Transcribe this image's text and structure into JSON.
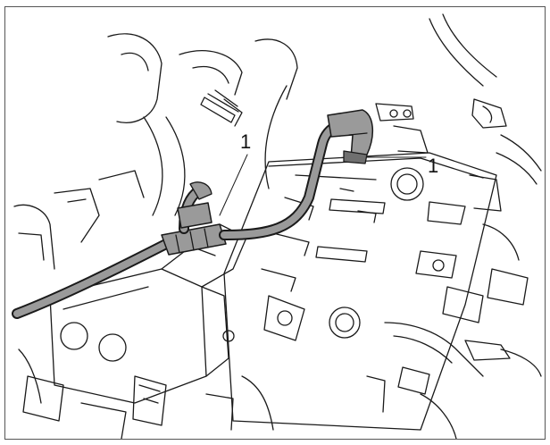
{
  "callouts": [
    {
      "id": "hose-left",
      "label": "1"
    },
    {
      "id": "hose-right",
      "label": "1"
    }
  ],
  "colors": {
    "line": "#1a1a1a",
    "hose_fill": "#9a9a9a",
    "background": "#ffffff"
  }
}
